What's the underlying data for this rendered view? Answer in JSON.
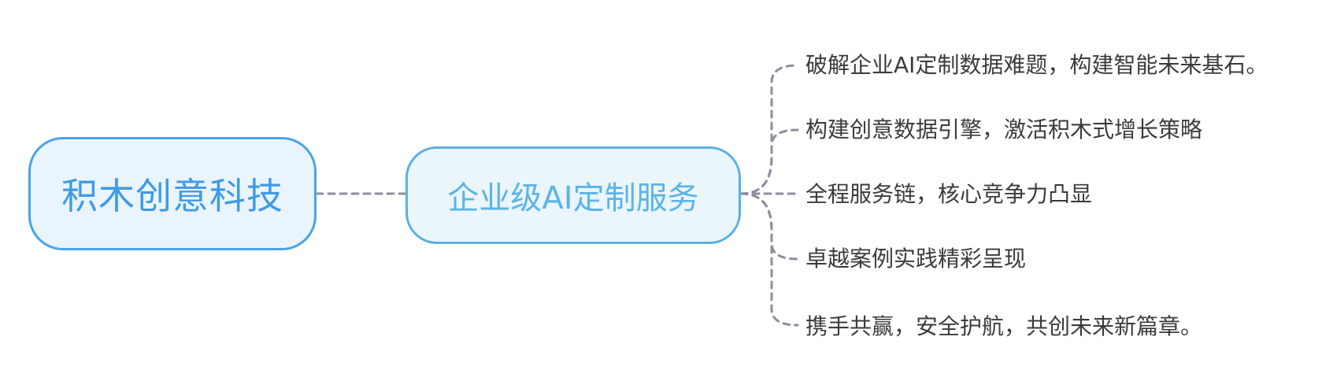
{
  "root": {
    "label": "积木创意科技"
  },
  "main": {
    "label": "企业级AI定制服务"
  },
  "leaves": [
    {
      "label": "破解企业AI定制数据难题，构建智能未来基石。"
    },
    {
      "label": "构建创意数据引擎，激活积木式增长策略"
    },
    {
      "label": "全程服务链，核心竞争力凸显"
    },
    {
      "label": "卓越案例实践精彩呈现"
    },
    {
      "label": "携手共赢，安全护航，共创未来新篇章。"
    }
  ],
  "colors": {
    "root_border": "#4aa3e8",
    "root_fill": "#eaf4fd",
    "root_text": "#3d9be6",
    "main_border": "#5ab1e0",
    "main_fill": "#ebf5fc",
    "main_text": "#5cb4e6",
    "connector": "#8f8c9e",
    "leaf_text": "#3b3b3b"
  }
}
